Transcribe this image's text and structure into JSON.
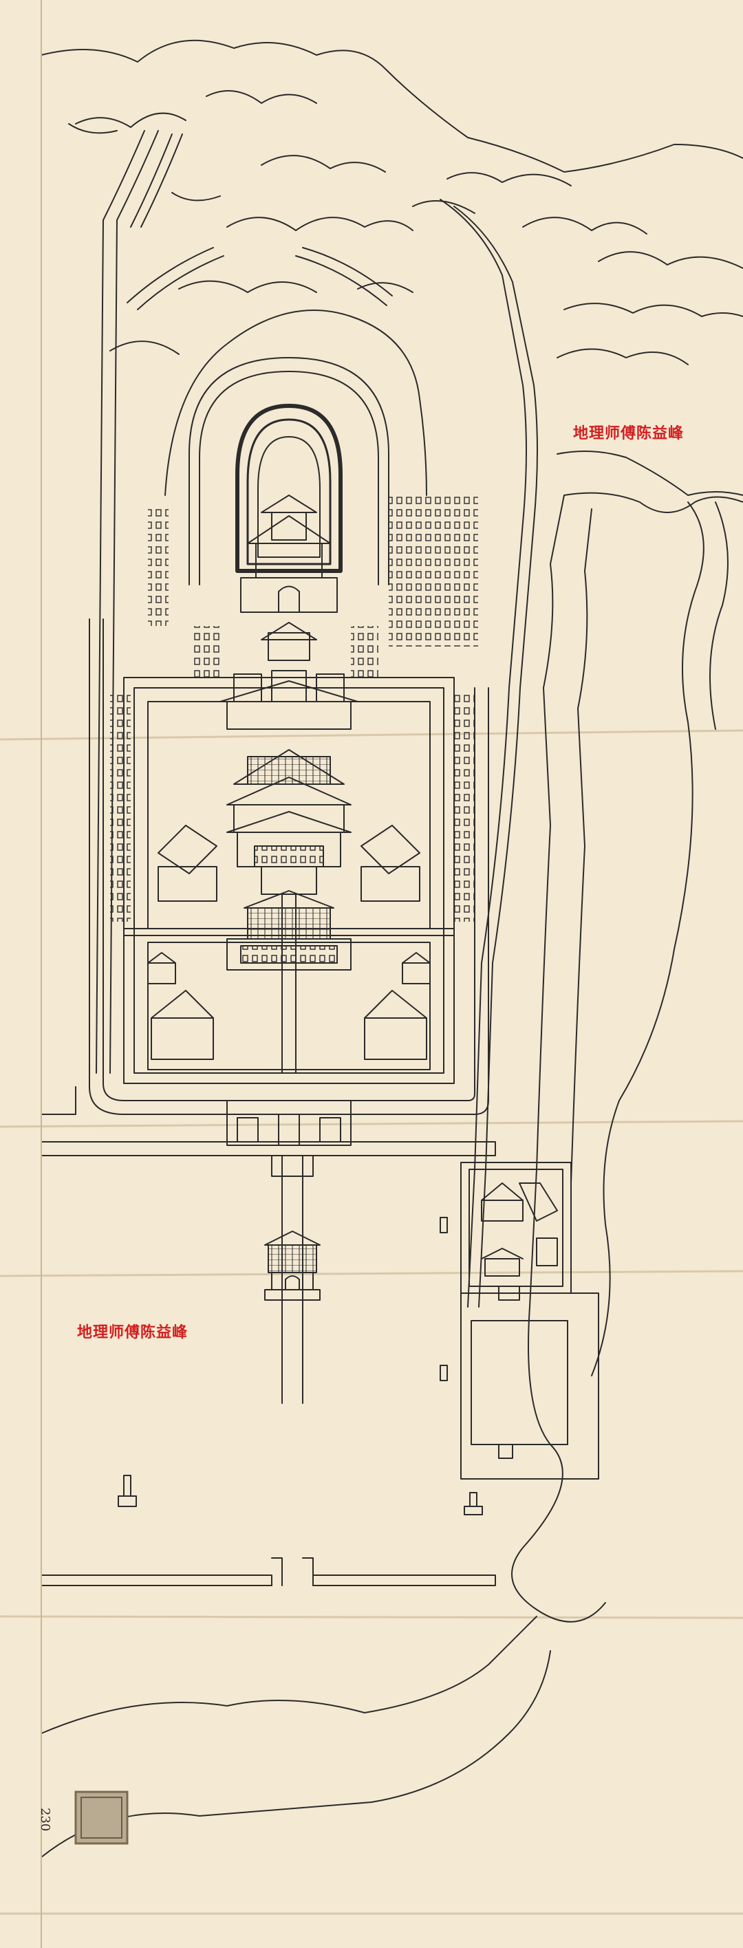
{
  "annotations": [
    {
      "text": "地理师傅陈益峰"
    },
    {
      "text": "地理师傅陈益峰"
    }
  ],
  "page_number": "230",
  "seal_text": "",
  "colors": {
    "paper": "#f4e9d3",
    "ink": "#2b2b2b",
    "annotation": "#d22020"
  }
}
